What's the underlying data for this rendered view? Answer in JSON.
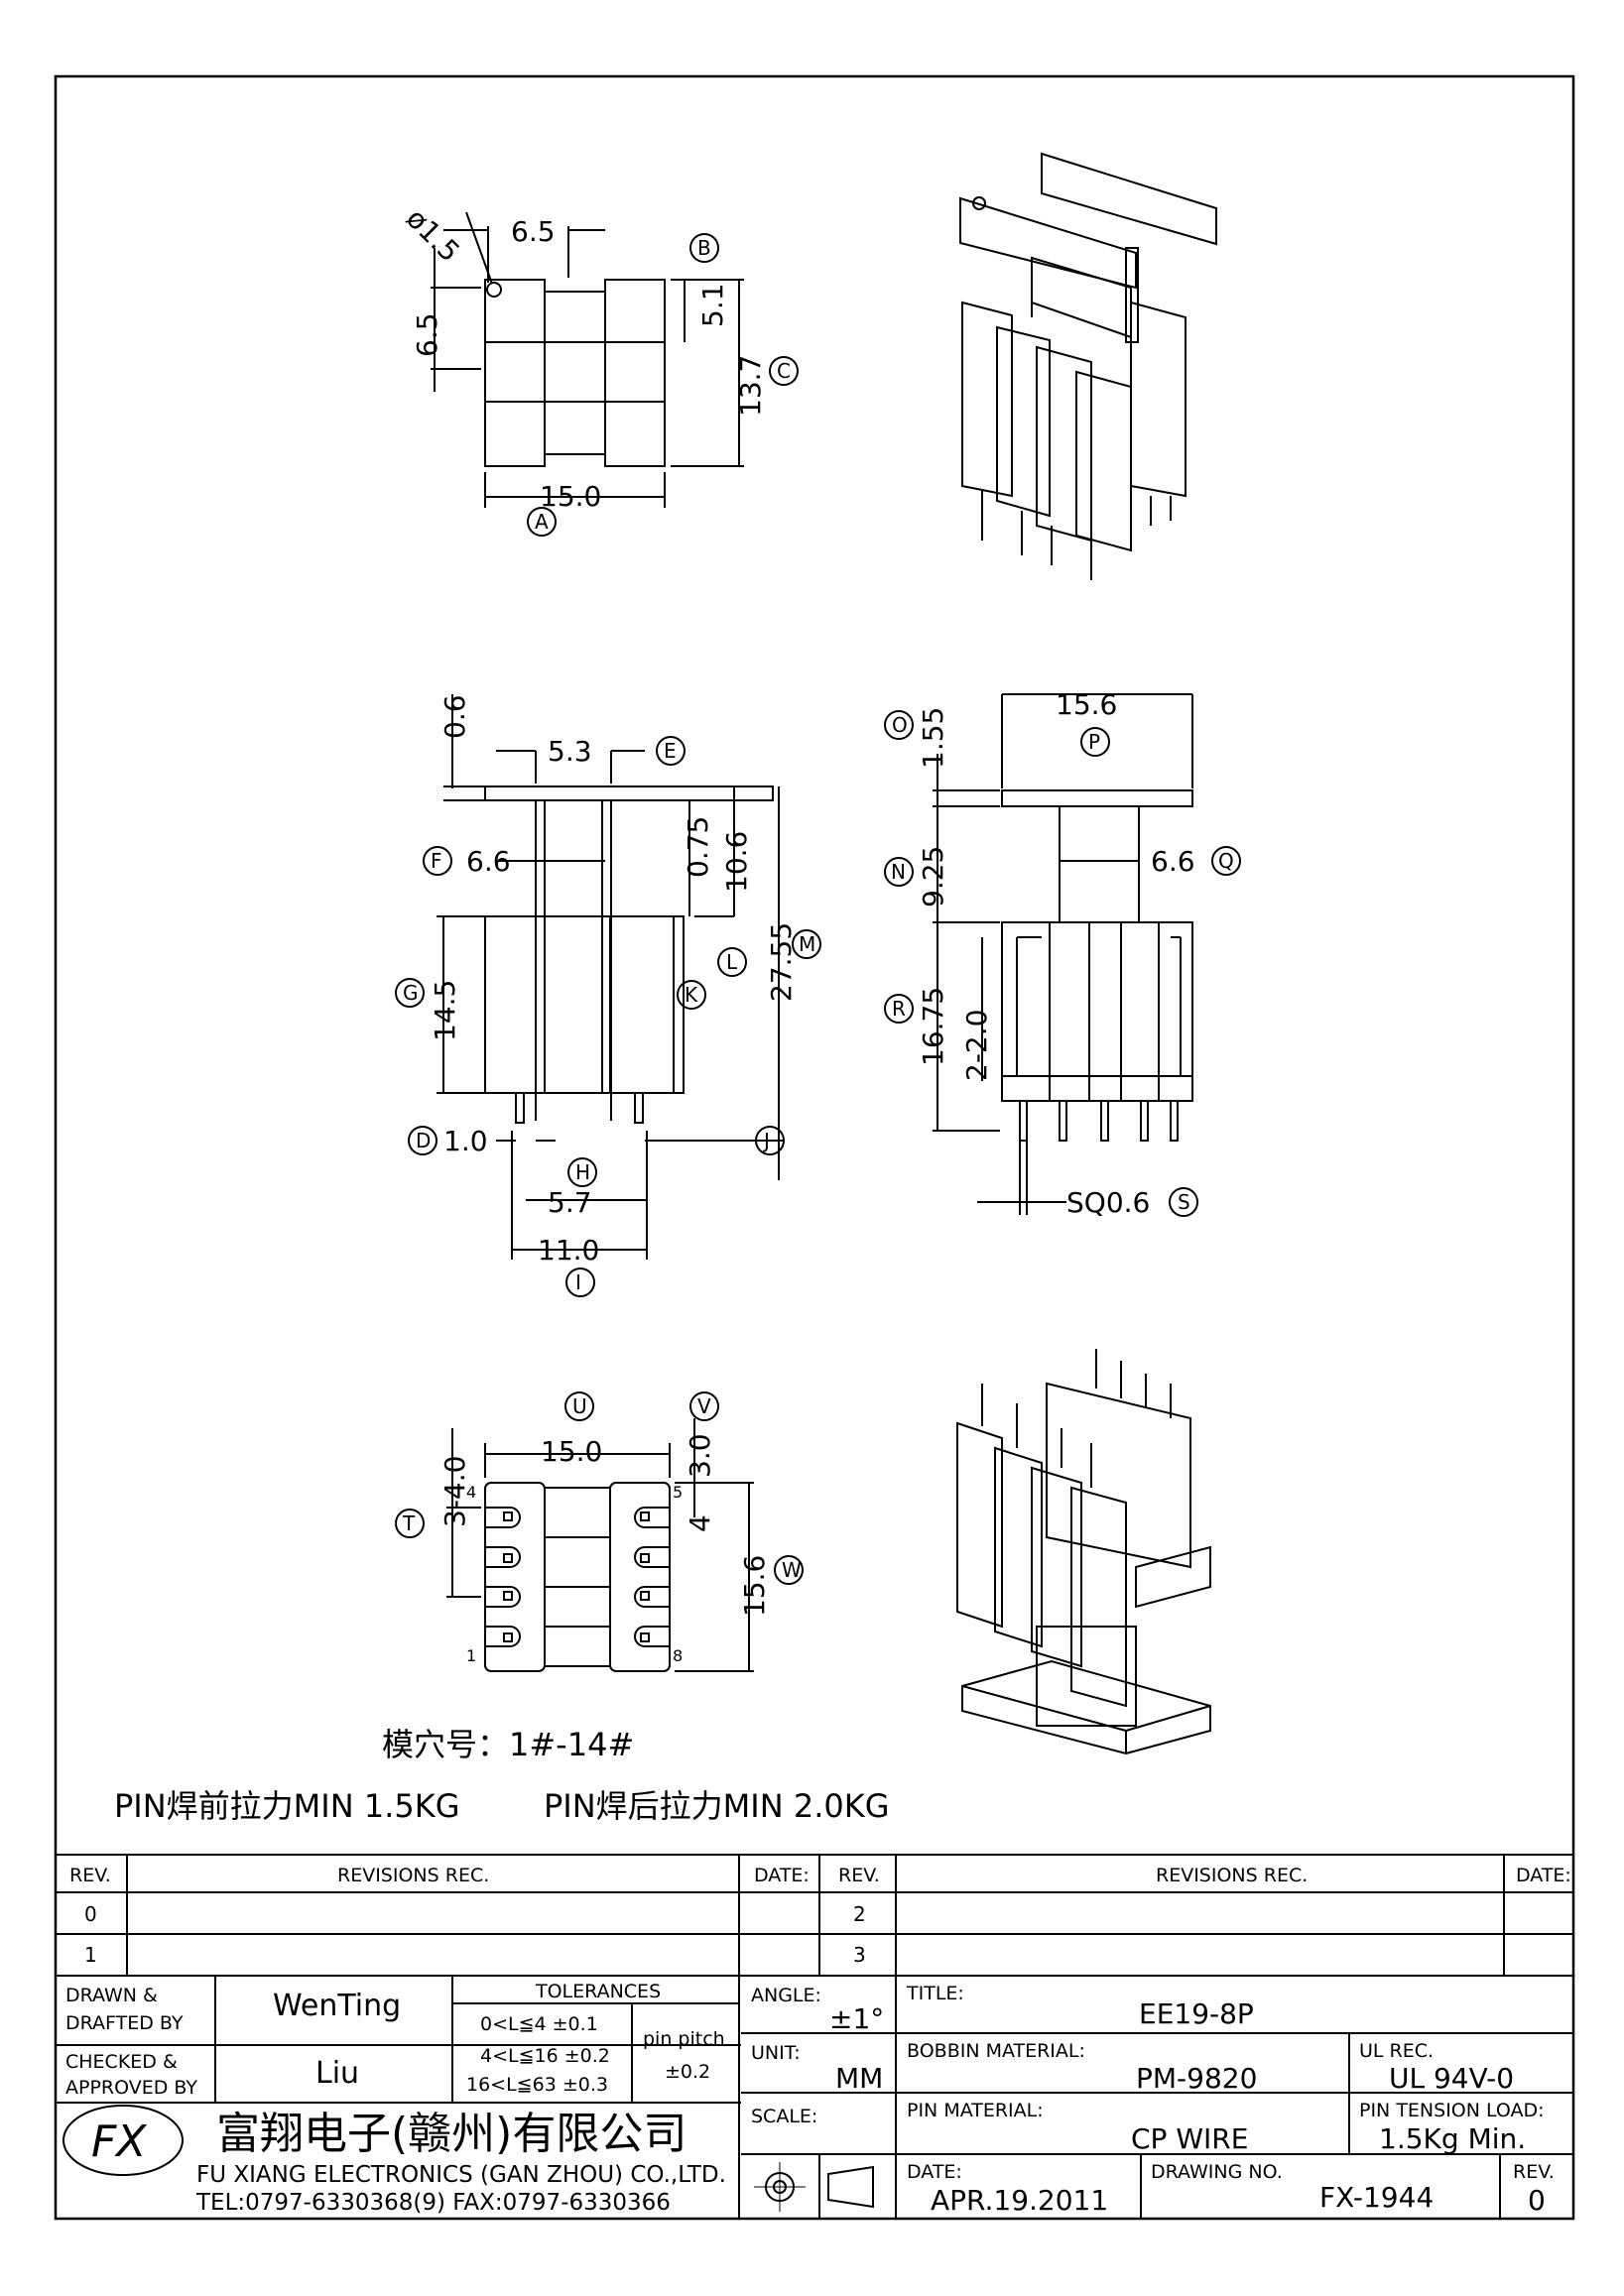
{
  "top_view": {
    "dia": "ø1.5",
    "w1": "6.5",
    "h1": "6.5",
    "d51": "5.1",
    "d137": "13.7",
    "d150": "15.0",
    "labels": [
      "B",
      "C",
      "A"
    ]
  },
  "front_view": {
    "d06": "0.6",
    "d53": "5.3",
    "d66": "6.6",
    "d075": "0.75",
    "d106": "10.6",
    "d2755": "27.55",
    "d145": "14.5",
    "d10": "1.0",
    "d57": "5.7",
    "d110": "11.0",
    "labels": [
      "E",
      "F",
      "M",
      "L",
      "G",
      "K",
      "D",
      "J",
      "H",
      "I"
    ]
  },
  "side_view": {
    "d156": "15.6",
    "d155": "1.55",
    "d925": "9.25",
    "d66": "6.6",
    "d1675": "16.75",
    "d220": "2-2.0",
    "sq": "SQ0.6",
    "labels": [
      "O",
      "P",
      "N",
      "Q",
      "R",
      "S"
    ]
  },
  "bottom_view": {
    "d150": "15.0",
    "d340": "3-4.0",
    "d30": "3.0",
    "d4": "4",
    "d156": "15.6",
    "labels": [
      "U",
      "V",
      "T",
      "W"
    ],
    "pins": [
      "4",
      "5",
      "1",
      "8"
    ]
  },
  "notes": {
    "cavity": "模穴号：1#-14#",
    "pull1": "PIN焊前拉力MIN 1.5KG",
    "pull2": "PIN焊后拉力MIN 2.0KG"
  },
  "title_block": {
    "rev_h": "REV.",
    "revisions_h": "REVISIONS   REC.",
    "date_h": "DATE:",
    "rev_rows": [
      "0",
      "1",
      "2",
      "3"
    ],
    "drawn_label": "DRAWN &\nDRAFTED BY",
    "drawn_by": "WenTing",
    "checked_label": "CHECKED &\nAPPROVED BY",
    "checked_by": "Liu",
    "tolerances_h": "TOLERANCES",
    "tol1": "0<L≦4    ±0.1",
    "tol2": "4<L≦16  ±0.2",
    "tol3": "16<L≦63  ±0.3",
    "pin_pitch": "pin pitch",
    "pin_pitch_val": "±0.2",
    "angle_label": "ANGLE:",
    "angle_val": "±1°",
    "unit_label": "UNIT:",
    "unit_val": "MM",
    "scale_label": "SCALE:",
    "title_label": "TITLE:",
    "title_val": "EE19-8P",
    "bobbin_label": "BOBBIN MATERIAL:",
    "bobbin_val": "PM-9820",
    "ul_label": "UL REC.",
    "ul_val": "UL 94V-0",
    "pin_mat_label": "PIN MATERIAL:",
    "pin_mat_val": "CP WIRE",
    "tension_label": "PIN TENSION LOAD:",
    "tension_val": "1.5Kg Min.",
    "date_label": "DATE:",
    "date_val": "APR.19.2011",
    "drawing_label": "DRAWING NO.",
    "drawing_val": "FX-1944",
    "rev_label": "REV.",
    "rev_val": "0",
    "company_cn": "富翔电子(赣州)有限公司",
    "company_en": "FU XIANG ELECTRONICS (GAN ZHOU) CO.,LTD.",
    "tel": "TEL:0797-6330368(9)  FAX:0797-6330366",
    "logo": "FX"
  }
}
